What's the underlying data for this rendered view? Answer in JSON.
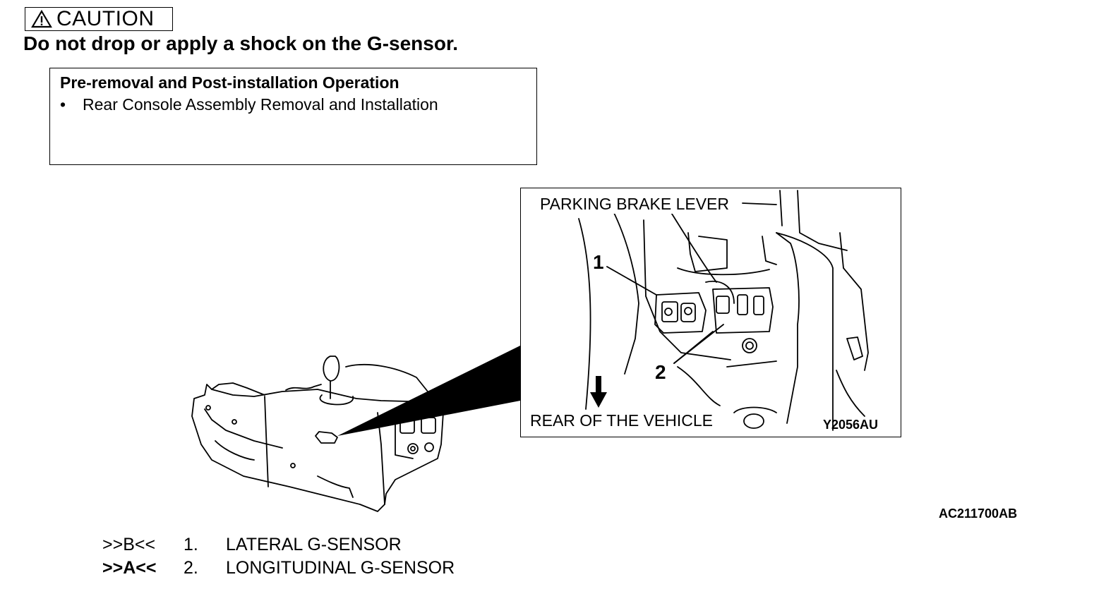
{
  "caution": {
    "label": "CAUTION",
    "text": "Do not drop or apply a shock on the G-sensor."
  },
  "operation": {
    "title": "Pre-removal and Post-installation Operation",
    "items": [
      "Rear Console Assembly Removal and Installation"
    ]
  },
  "figure": {
    "labels": {
      "parking_brake": "PARKING BRAKE LEVER",
      "rear": "REAR OF THE VEHICLE",
      "callout_1": "1",
      "callout_2": "2",
      "inset_code": "Y2056AU"
    },
    "figure_code": "AC211700AB"
  },
  "legend": [
    {
      "code": ">>B<<",
      "number": "1.",
      "name": "LATERAL G-SENSOR"
    },
    {
      "code": ">>A<<",
      "number": "2.",
      "name": "LONGITUDINAL G-SENSOR"
    }
  ]
}
